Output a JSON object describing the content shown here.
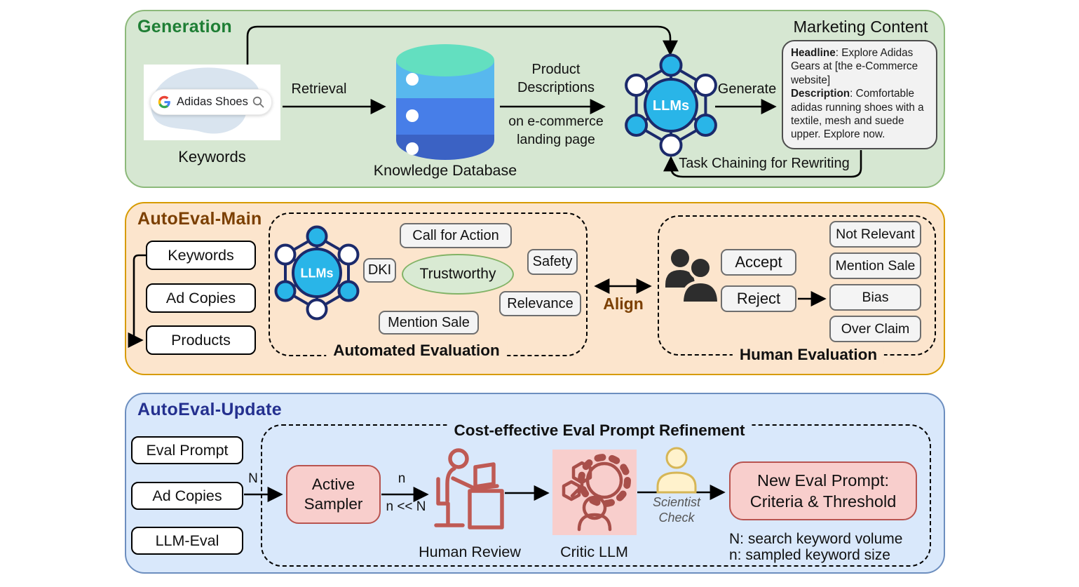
{
  "panels": {
    "generation": {
      "title": "Generation",
      "keywords": {
        "caption": "Keywords",
        "search_query": "Adidas Shoes"
      },
      "retrieval_label": "Retrieval",
      "database_label": "Knowledge Database",
      "product_arrow": {
        "line1": "Product",
        "line2": "Descriptions",
        "sub1": "on e-commerce",
        "sub2": "landing page"
      },
      "llm_label": "LLMs",
      "generate_label": "Generate",
      "marketing": {
        "title": "Marketing Content",
        "headline_label": "Headline",
        "headline_text": ": Explore Adidas Gears at [the e-Commerce website]",
        "description_label": "Description",
        "description_text": ": Comfortable adidas running shoes with a textile, mesh and suede upper. Explore now."
      },
      "task_chaining_label": "Task Chaining for Rewriting"
    },
    "autoeval_main": {
      "title": "AutoEval-Main",
      "inputs": [
        "Keywords",
        "Ad Copies",
        "Products"
      ],
      "automated": {
        "label": "Automated Evaluation",
        "llm_label": "LLMs",
        "tags": [
          "Call for Action",
          "DKI",
          "Trustworthy",
          "Safety",
          "Relevance",
          "Mention Sale"
        ]
      },
      "align_label": "Align",
      "human": {
        "label": "Human Evaluation",
        "decisions": [
          "Accept",
          "Reject"
        ],
        "rejection_reasons": [
          "Not Relevant",
          "Mention Sale",
          "Bias",
          "Over Claim"
        ]
      }
    },
    "autoeval_update": {
      "title": "AutoEval-Update",
      "inputs": [
        "Eval Prompt",
        "Ad Copies",
        "LLM-Eval"
      ],
      "refinement_title": "Cost-effective Eval Prompt Refinement",
      "sampler": {
        "line1": "Active",
        "line2": "Sampler"
      },
      "flow_labels": {
        "N": "N",
        "n": "n",
        "n_much_less_N": "n << N"
      },
      "human_review_label": "Human Review",
      "critic_label": "Critic LLM",
      "scientist": {
        "line1": "Scientist",
        "line2": "Check"
      },
      "new_prompt": {
        "line1": "New Eval Prompt:",
        "line2": "Criteria & Threshold"
      },
      "notes": [
        "N: search keyword volume",
        "n: sampled keyword size"
      ]
    }
  },
  "colors": {
    "generation_fill": "#d6e7d2",
    "generation_border": "#8cb97a",
    "generation_title": "#1e7e34",
    "main_fill": "#fce5cd",
    "main_border": "#d79b00",
    "main_title": "#7b3f00",
    "update_fill": "#d9e8fb",
    "update_border": "#6c8ebf",
    "update_title": "#24308f",
    "llm_node": "#29b5e8",
    "llm_edge": "#1b2a6b",
    "pink_fill": "#f8cecc",
    "pink_border": "#b85450",
    "trustworthy_fill": "#d9ead3",
    "trustworthy_border": "#82b366",
    "align": "#7b3f00",
    "db_top": "#63dfc0",
    "db_band1": "#58b8ee",
    "db_band2": "#477ee8",
    "db_band3": "#3b62c4",
    "scientist_fill": "#fff2cc",
    "scientist_border": "#d6b656"
  }
}
